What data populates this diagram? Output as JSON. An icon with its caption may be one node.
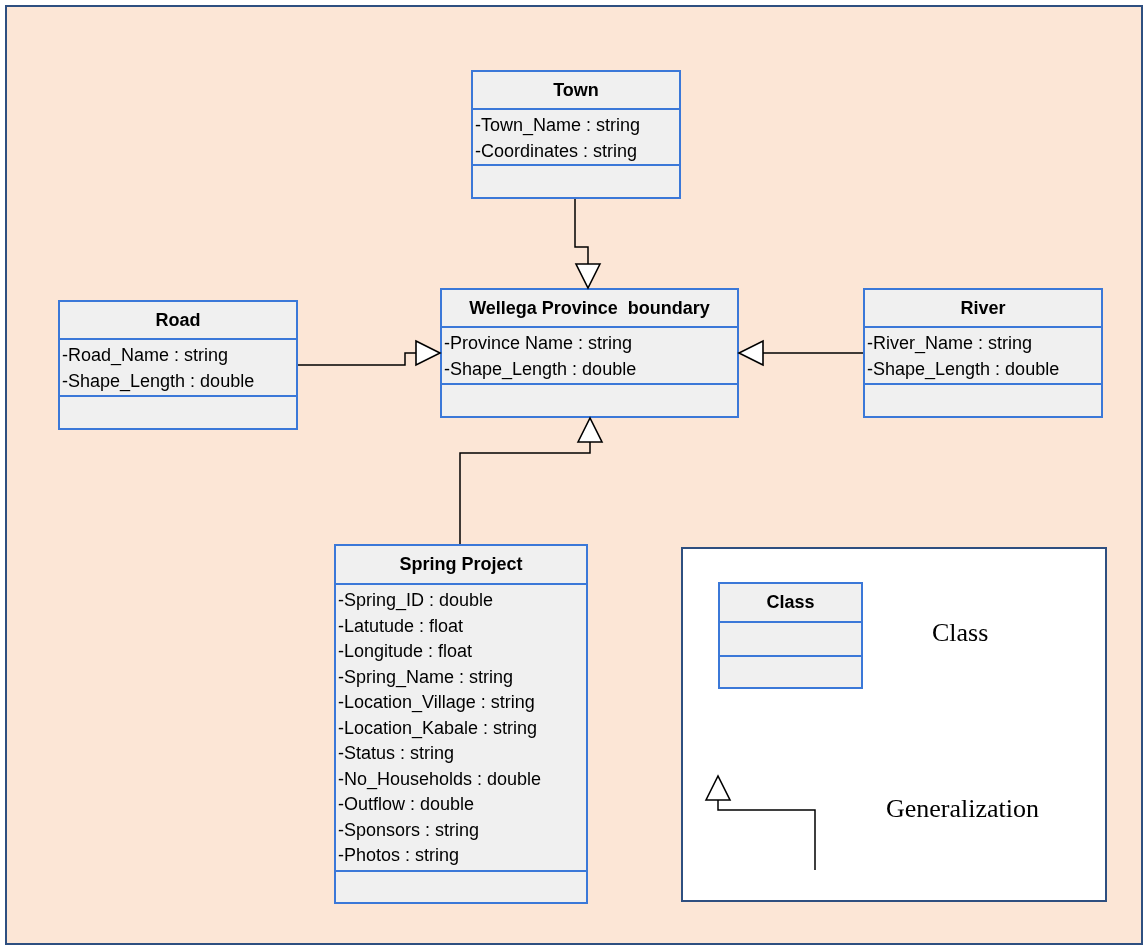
{
  "diagram": {
    "nodes": [
      {
        "text": [
          "Town",
          "-Town_Name : string",
          "-Coordinates : string"
        ]
      },
      {
        "text": [
          "Wellega Province  boundary",
          "-Province Name : string",
          "-Shape_Length : double"
        ]
      },
      {
        "text": [
          "Road",
          "-Road_Name : string",
          "-Shape_Length : double"
        ]
      },
      {
        "text": [
          "River",
          "-River_Name : string",
          "-Shape_Length : double"
        ]
      },
      {
        "text": [
          "Spring Project",
          "-Spring_ID : double",
          "-Latutude : float",
          "-Longitude : float",
          "-Spring_Name : string",
          "-Location_Village : string",
          "-Location_Kabale : string",
          "-Status : string",
          "-No_Households : double",
          "-Outflow : double",
          "-Sponsors : string",
          "-Photos : string"
        ]
      },
      {
        "text": [
          "Class"
        ]
      }
    ],
    "edges": [
      {
        "from": 0,
        "to": 1,
        "arrow": "to"
      },
      {
        "from": 2,
        "to": 1,
        "arrow": "to"
      },
      {
        "from": 3,
        "to": 1,
        "arrow": "to"
      },
      {
        "from": 4,
        "to": 1,
        "arrow": "to"
      }
    ],
    "legend": [
      {
        "text": "Class"
      },
      {
        "text": "Generalization"
      }
    ]
  }
}
